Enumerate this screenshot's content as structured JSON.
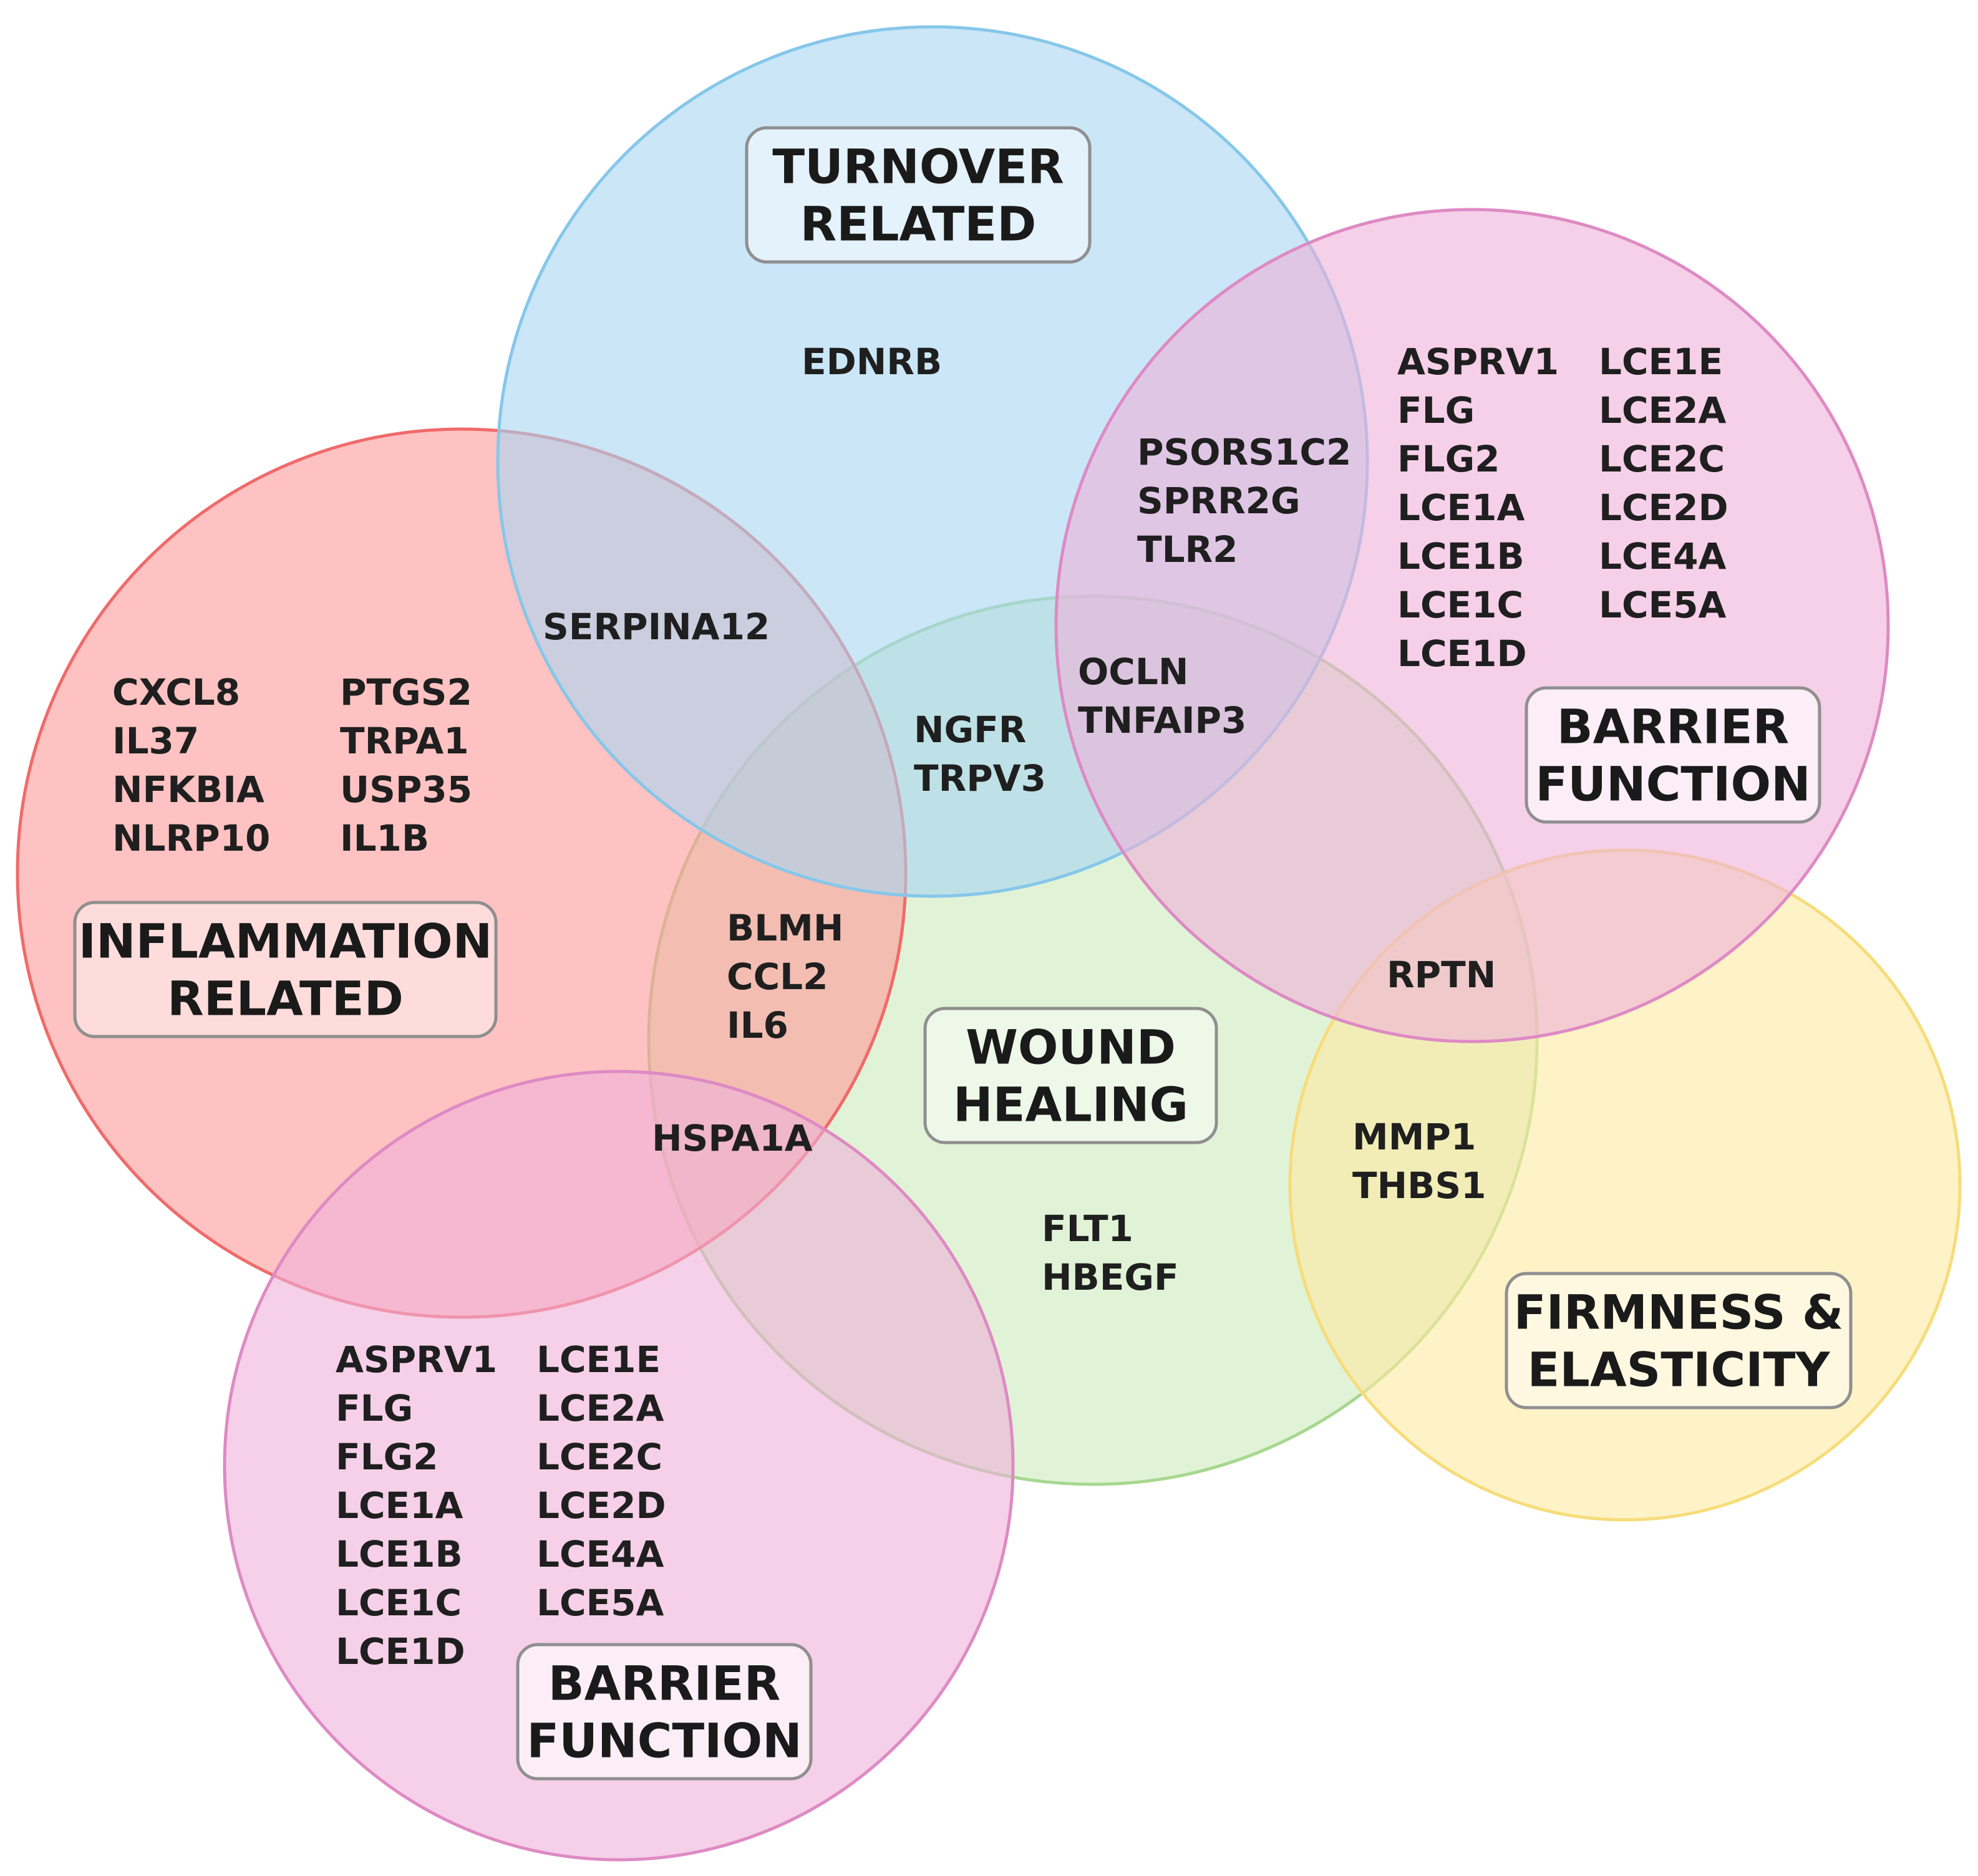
{
  "sets": [
    {
      "id": "turnover",
      "label_lines": [
        "TURNOVER",
        "RELATED"
      ],
      "fill": "#a7d5f2",
      "stroke": "#86c7ea",
      "box_fill": "#e4f2fb"
    },
    {
      "id": "barrier_top",
      "label_lines": [
        "BARRIER",
        "FUNCTION"
      ],
      "fill": "#eeb0d8",
      "stroke": "#de8ac4",
      "box_fill": "#fbeef6"
    },
    {
      "id": "inflammation",
      "label_lines": [
        "INFLAMMATION",
        "RELATED"
      ],
      "fill": "#ff9a9a",
      "stroke": "#f06a6a",
      "box_fill": "#ffdcdc"
    },
    {
      "id": "wound",
      "label_lines": [
        "WOUND",
        "HEALING"
      ],
      "fill": "#cdebbd",
      "stroke": "#a6d88f",
      "box_fill": "#eef8e9"
    },
    {
      "id": "barrier_bottom",
      "label_lines": [
        "BARRIER",
        "FUNCTION"
      ],
      "fill": "#eeb0d8",
      "stroke": "#de8ac4",
      "box_fill": "#fbeef6"
    },
    {
      "id": "firmness",
      "label_lines": [
        "FIRMNESS &",
        "ELASTICITY"
      ],
      "fill": "#fde9a2",
      "stroke": "#f7dc7a",
      "box_fill": "#fff8e1"
    }
  ],
  "regions": [
    {
      "sets": [
        "turnover"
      ],
      "genes": [
        "EDNRB"
      ]
    },
    {
      "sets": [
        "turnover",
        "barrier_top"
      ],
      "genes": [
        "PSORS1C2",
        "SPRR2G",
        "TLR2"
      ]
    },
    {
      "sets": [
        "barrier_top"
      ],
      "genes_col1": [
        "ASPRV1",
        "FLG",
        "FLG2",
        "LCE1A",
        "LCE1B",
        "LCE1C",
        "LCE1D"
      ],
      "genes_col2": [
        "LCE1E",
        "LCE2A",
        "LCE2C",
        "LCE2D",
        "LCE4A",
        "LCE5A"
      ]
    },
    {
      "sets": [
        "turnover",
        "inflammation"
      ],
      "genes": [
        "SERPINA12"
      ]
    },
    {
      "sets": [
        "inflammation"
      ],
      "genes_col1": [
        "CXCL8",
        "IL37",
        "NFKBIA",
        "NLRP10"
      ],
      "genes_col2": [
        "PTGS2",
        "TRPA1",
        "USP35",
        "IL1B"
      ]
    },
    {
      "sets": [
        "turnover",
        "barrier_top",
        "wound"
      ],
      "genes": [
        "OCLN",
        "TNFAIP3"
      ]
    },
    {
      "sets": [
        "turnover",
        "inflammation",
        "wound"
      ],
      "genes": [
        "NGFR",
        "TRPV3"
      ]
    },
    {
      "sets": [
        "inflammation",
        "wound"
      ],
      "genes": [
        "BLMH",
        "CCL2",
        "IL6"
      ]
    },
    {
      "sets": [
        "inflammation",
        "wound",
        "barrier_bottom"
      ],
      "genes": [
        "HSPA1A"
      ]
    },
    {
      "sets": [
        "barrier_top",
        "wound",
        "firmness"
      ],
      "genes": [
        "RPTN"
      ]
    },
    {
      "sets": [
        "wound",
        "firmness"
      ],
      "genes": [
        "MMP1",
        "THBS1"
      ]
    },
    {
      "sets": [
        "wound"
      ],
      "genes": [
        "FLT1",
        "HBEGF"
      ]
    },
    {
      "sets": [
        "barrier_bottom"
      ],
      "genes_col1": [
        "ASPRV1",
        "FLG",
        "FLG2",
        "LCE1A",
        "LCE1B",
        "LCE1C",
        "LCE1D"
      ],
      "genes_col2": [
        "LCE1E",
        "LCE2A",
        "LCE2C",
        "LCE2D",
        "LCE4A",
        "LCE5A"
      ]
    }
  ]
}
